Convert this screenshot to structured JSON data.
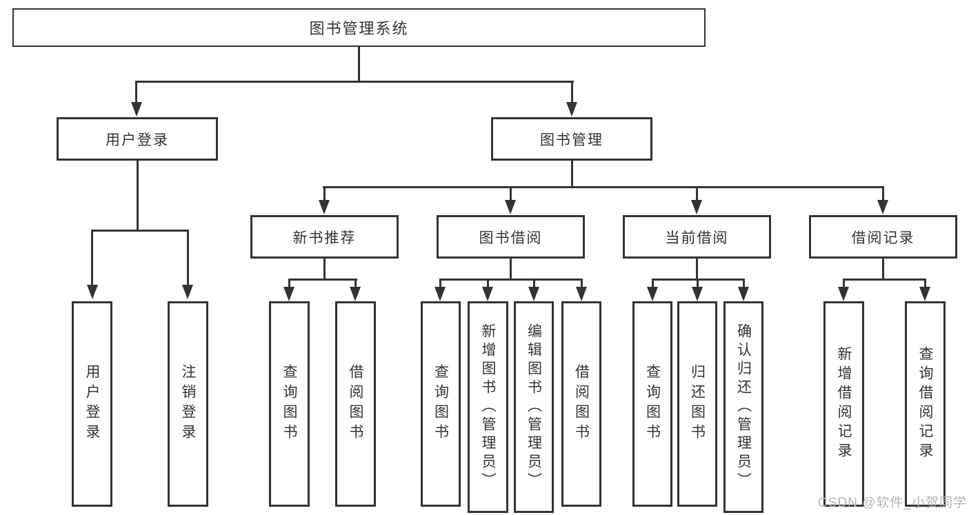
{
  "diagram_title": "图书管理系统",
  "colors": {
    "line": "#333333",
    "text": "#333333",
    "watermark": "#b3b3b3",
    "background": "#ffffff"
  },
  "root": {
    "label": "图书管理系统"
  },
  "level2": [
    {
      "label": "用户登录"
    },
    {
      "label": "图书管理"
    }
  ],
  "level3": [
    {
      "label": "新书推荐"
    },
    {
      "label": "图书借阅"
    },
    {
      "label": "当前借阅"
    },
    {
      "label": "借阅记录"
    }
  ],
  "leaves": {
    "user_login": [
      {
        "label": "用户登录"
      },
      {
        "label": "注销登录"
      }
    ],
    "new_book": [
      {
        "label": "查询图书"
      },
      {
        "label": "借阅图书"
      }
    ],
    "book_borrow": [
      {
        "label": "查询图书"
      },
      {
        "label": "新增图书（管理员）"
      },
      {
        "label": "编辑图书（管理员）"
      },
      {
        "label": "借阅图书"
      }
    ],
    "current_borrow": [
      {
        "label": "查询图书"
      },
      {
        "label": "归还图书"
      },
      {
        "label": "确认归还（管理员）"
      }
    ],
    "borrow_records": [
      {
        "label": "新增借阅记录"
      },
      {
        "label": "查询借阅记录"
      }
    ]
  },
  "watermark": "CSDN @软件_小贺同学"
}
